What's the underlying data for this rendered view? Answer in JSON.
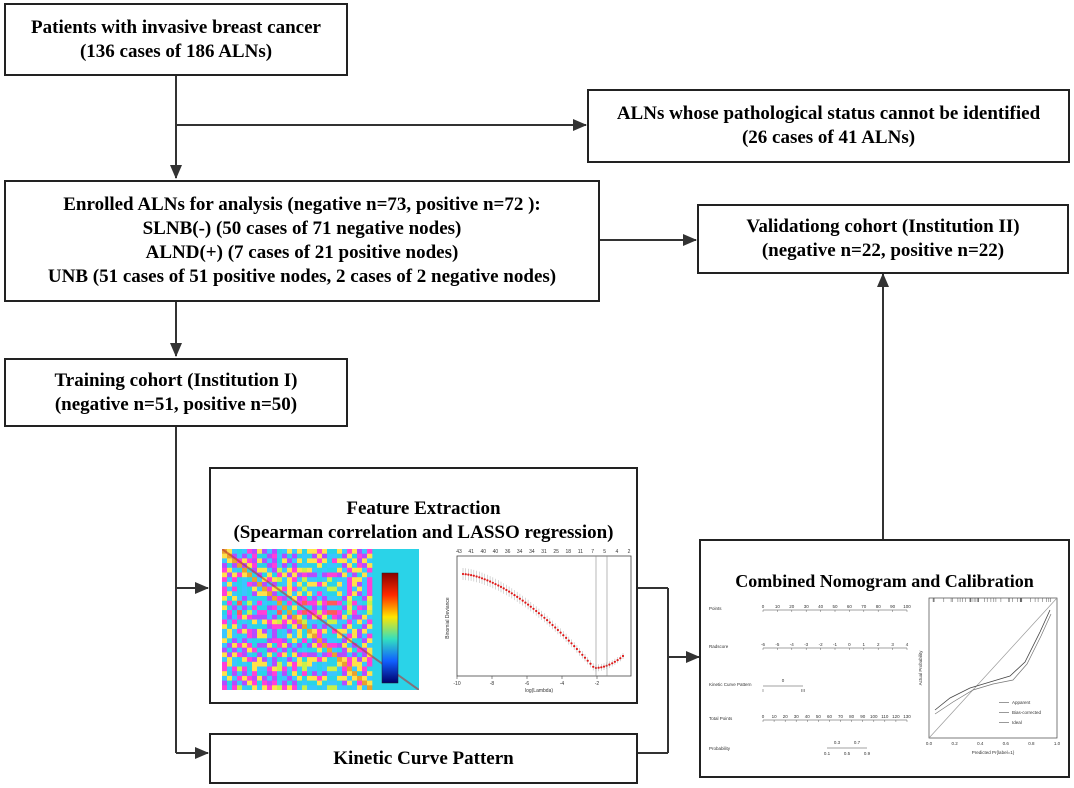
{
  "boxes": {
    "patients": {
      "line1": "Patients with invasive breast cancer",
      "line2": "(136 cases of 186 ALNs)"
    },
    "excluded": {
      "line1": "ALNs whose pathological status cannot be identified",
      "line2": "(26 cases of 41 ALNs)"
    },
    "enrolled": {
      "line1": "Enrolled ALNs for analysis (negative n=73, positive n=72 ):",
      "line2": "SLNB(-) (50 cases of 71 negative nodes)",
      "line3": "ALND(+) (7 cases of 21 positive nodes)",
      "line4": "UNB (51 cases of 51 positive nodes, 2 cases of 2 negative nodes)"
    },
    "validation": {
      "line1": "Validationg cohort (Institution II)",
      "line2": "(negative n=22, positive n=22)"
    },
    "training": {
      "line1": "Training cohort (Institution I)",
      "line2": "(negative n=51, positive n=50)"
    },
    "feature": {
      "line1": "Feature Extraction",
      "line2": "(Spearman correlation and LASSO regression)"
    },
    "kinetic": {
      "label": "Kinetic Curve Pattern"
    },
    "nomogram": {
      "title": "Combined Nomogram and Calibration"
    }
  },
  "lasso_plot": {
    "xlabel": "log(Lambda)",
    "ylabel": "Binomial Deviance",
    "top_ticks": [
      "43",
      "41",
      "40",
      "40",
      "36",
      "34",
      "34",
      "31",
      "25",
      "18",
      "11",
      "7",
      "5",
      "4",
      "2"
    ],
    "x_ticks": [
      "-10",
      "-8",
      "-6",
      "-4",
      "-2"
    ]
  },
  "nomogram_plot": {
    "rows": [
      "Points",
      "Radscore",
      "Kinetic Curve Pattern",
      "Total Points",
      "Probability"
    ],
    "points_ticks": [
      "0",
      "10",
      "20",
      "30",
      "40",
      "50",
      "60",
      "70",
      "80",
      "90",
      "100"
    ],
    "radscore_ticks": [
      "-6",
      "-5",
      "-4",
      "-3",
      "-2",
      "-1",
      "0",
      "1",
      "2",
      "3",
      "4"
    ],
    "total_ticks": [
      "0",
      "10",
      "20",
      "30",
      "40",
      "50",
      "60",
      "70",
      "80",
      "90",
      "100",
      "110",
      "120",
      "130"
    ],
    "kinetic_ticks": [
      "0",
      "I",
      "III"
    ],
    "probability_ticks": [
      "0.3",
      "0.7",
      "0.1",
      "0.5",
      "0.9"
    ],
    "calib_xlabel": "Predicted Pr{label=1}",
    "calib_ylabel": "Actual Probability",
    "calib_legend": [
      "Apparent",
      "Bias-corrected",
      "Ideal"
    ],
    "calib_x_ticks": [
      "0.0",
      "0.2",
      "0.4",
      "0.6",
      "0.8",
      "1.0"
    ]
  }
}
